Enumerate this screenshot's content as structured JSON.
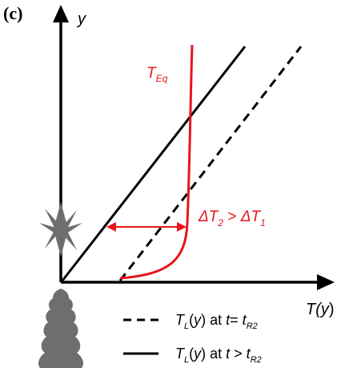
{
  "panel_label": "(c)",
  "y_axis": {
    "label": "y"
  },
  "x_axis": {
    "label_pre": "T(",
    "label_var": "y",
    "label_post": ")"
  },
  "curve_label": {
    "main": "T",
    "sub": "Eq"
  },
  "delta_label": {
    "a": "ΔT",
    "a_sub": "2",
    "op": " > ",
    "b": "ΔT",
    "b_sub": "1"
  },
  "legend": [
    {
      "style": "dashed",
      "T": "T",
      "L": "L",
      "y": "y",
      "mid": " at ",
      "t": "t",
      "rel": "= ",
      "t2": "t",
      "sub": "R2"
    },
    {
      "style": "solid",
      "T": "T",
      "L": "L",
      "y": "y",
      "mid": " at ",
      "t": "t",
      "rel": " > ",
      "t2": "t",
      "sub": "R2"
    }
  ],
  "colors": {
    "axis": "#000000",
    "curve": "#e8141c",
    "icon": "#6e6e6e"
  },
  "icons": [
    "snow-crystal-icon",
    "tree-icon"
  ]
}
